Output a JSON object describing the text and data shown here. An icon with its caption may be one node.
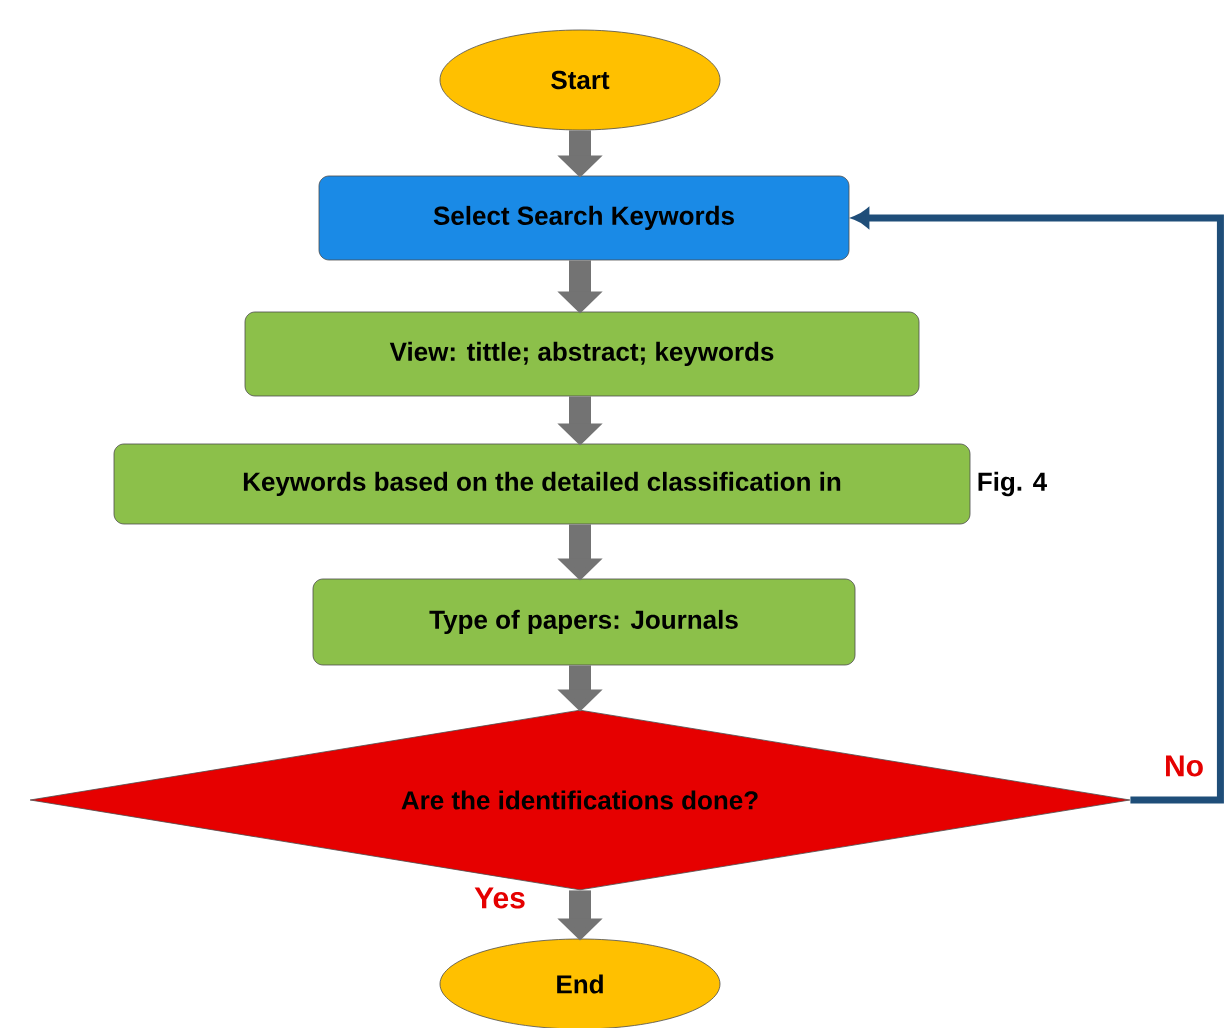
{
  "diagram": {
    "nodes": [
      {
        "text": [
          "Start"
        ]
      },
      {
        "text": [
          "Select Search Keywords"
        ]
      },
      {
        "text": [
          "View: tittle; abstract; keywords"
        ]
      },
      {
        "text": [
          "Keywords based on the detailed classification in"
        ],
        "beside": [
          "Fig. 4"
        ]
      },
      {
        "text": [
          "Type of papers: Journals"
        ]
      },
      {
        "text": [
          "Are the identifications done?"
        ]
      },
      {
        "text": [
          "End"
        ]
      }
    ],
    "edges": [
      {
        "from": 0,
        "to": 1,
        "arrow": "to"
      },
      {
        "from": 1,
        "to": 2,
        "arrow": "to"
      },
      {
        "from": 2,
        "to": 3,
        "arrow": "to"
      },
      {
        "from": 3,
        "to": 4,
        "arrow": "to"
      },
      {
        "from": 4,
        "to": 5,
        "arrow": "to"
      },
      {
        "from": 5,
        "to": 6,
        "arrow": "to",
        "label": "Yes"
      },
      {
        "from": 5,
        "to": 1,
        "arrow": "to",
        "label": "No",
        "color": "#1f4e79"
      }
    ]
  }
}
